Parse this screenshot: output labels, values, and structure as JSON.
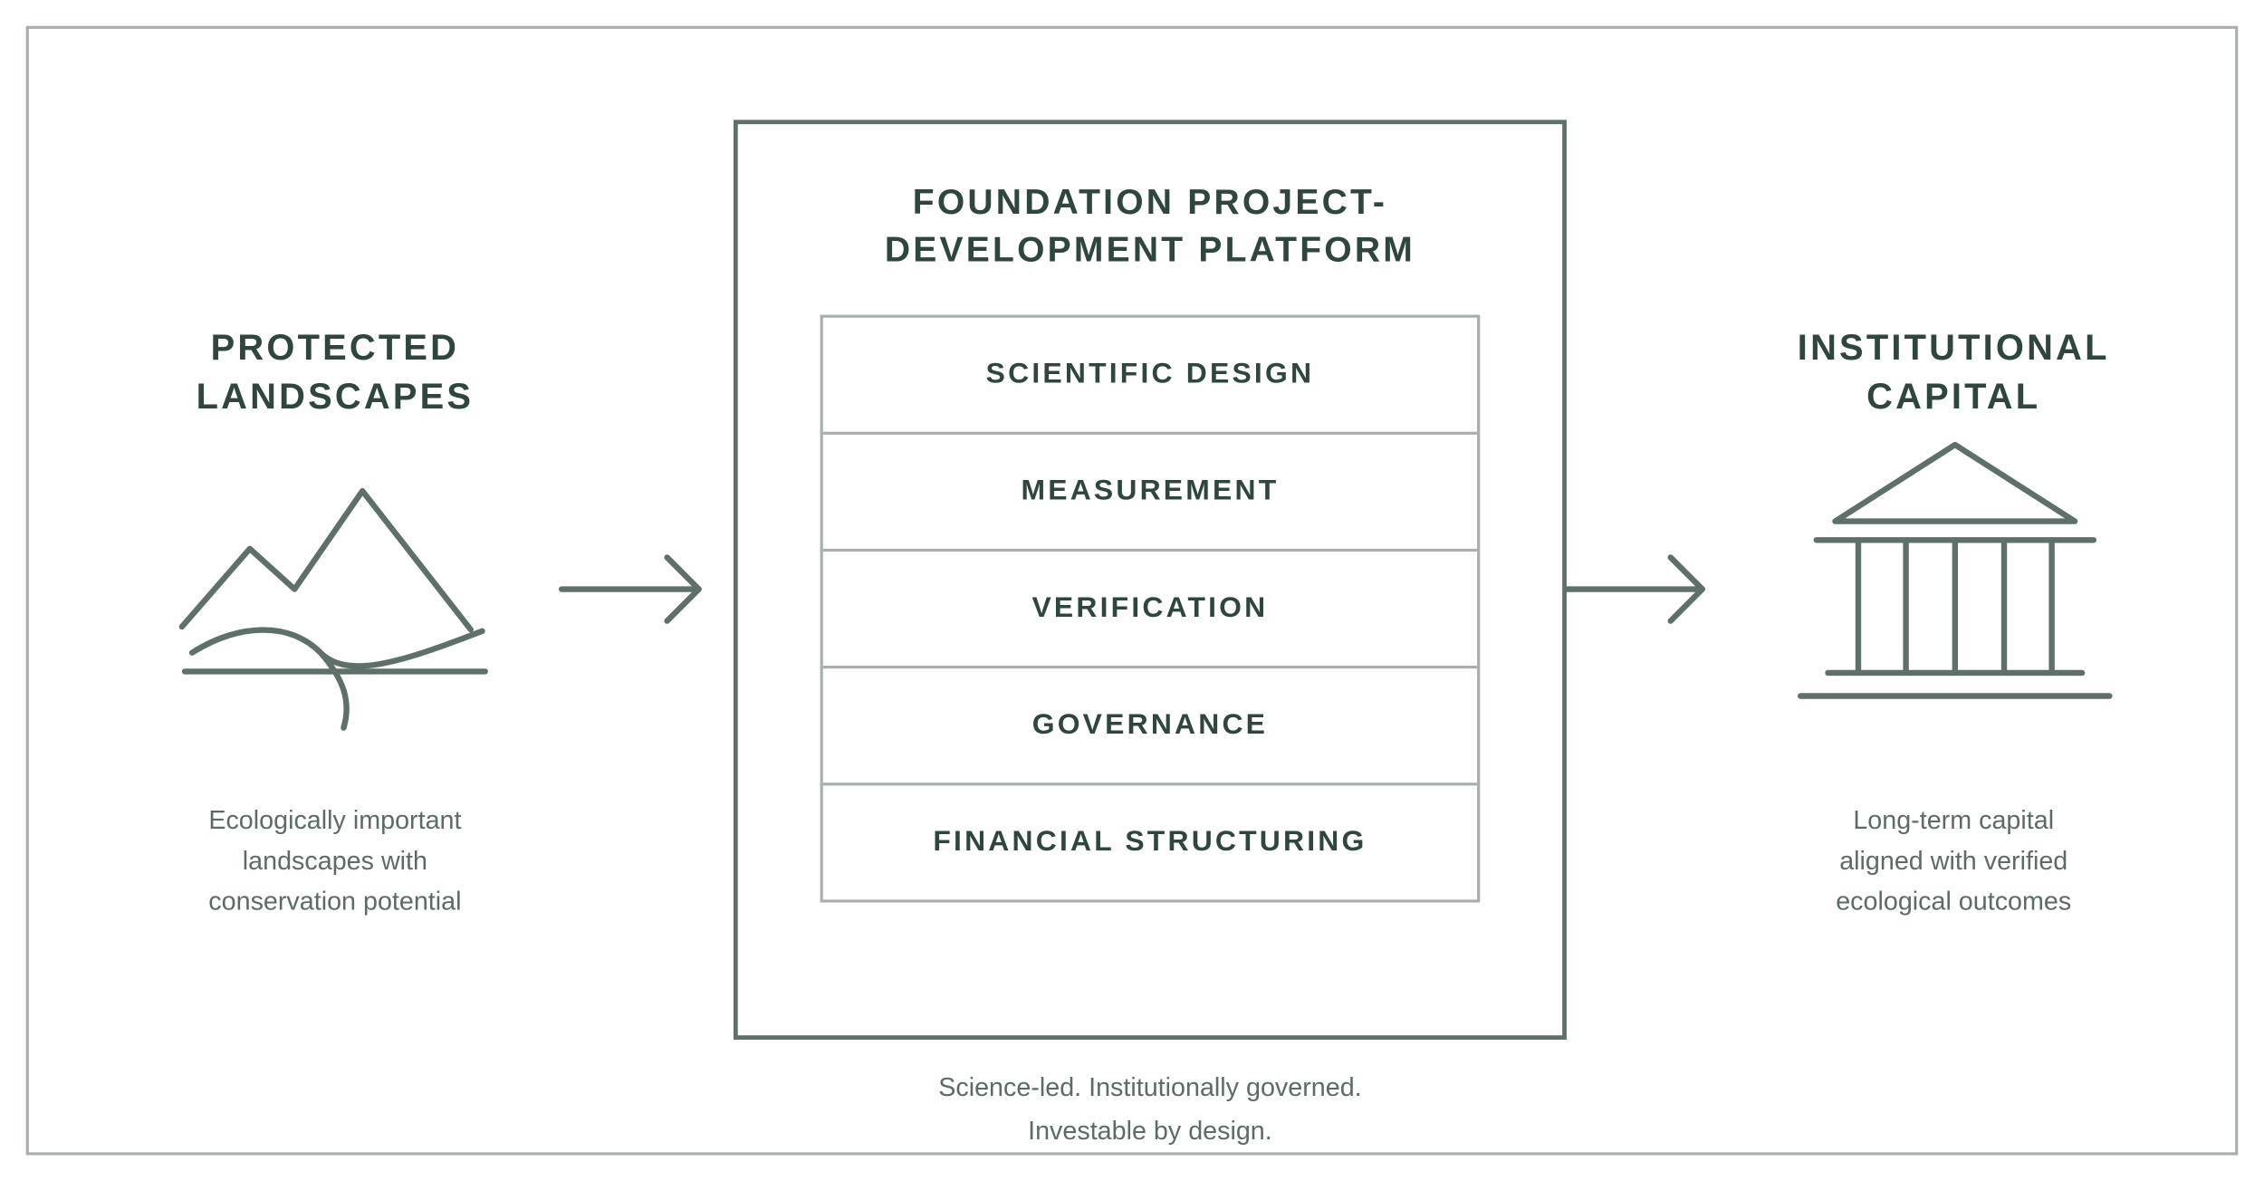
{
  "left": {
    "title_lines": [
      "PROTECTED",
      "LANDSCAPES"
    ],
    "icon": "landscape-icon",
    "description_lines": [
      "Ecologically important",
      "landscapes with",
      "conservation potential"
    ]
  },
  "center": {
    "title_lines": [
      "FOUNDATION PROJECT-",
      "DEVELOPMENT PLATFORM"
    ],
    "layers": [
      "SCIENTIFIC DESIGN",
      "MEASUREMENT",
      "VERIFICATION",
      "GOVERNANCE",
      "FINANCIAL STRUCTURING"
    ],
    "tagline_lines": [
      "Science-led. Institutionally governed.",
      "Investable by design."
    ]
  },
  "right": {
    "title_lines": [
      "INSTITUTIONAL",
      "CAPITAL"
    ],
    "icon": "institution-building-icon",
    "description_lines": [
      "Long-term capital",
      "aligned with verified",
      "ecological outcomes"
    ]
  },
  "colors": {
    "heading": "#2f4640",
    "body_text": "#5d6b66",
    "line": "#5f7069",
    "frame": "#a9afac"
  }
}
